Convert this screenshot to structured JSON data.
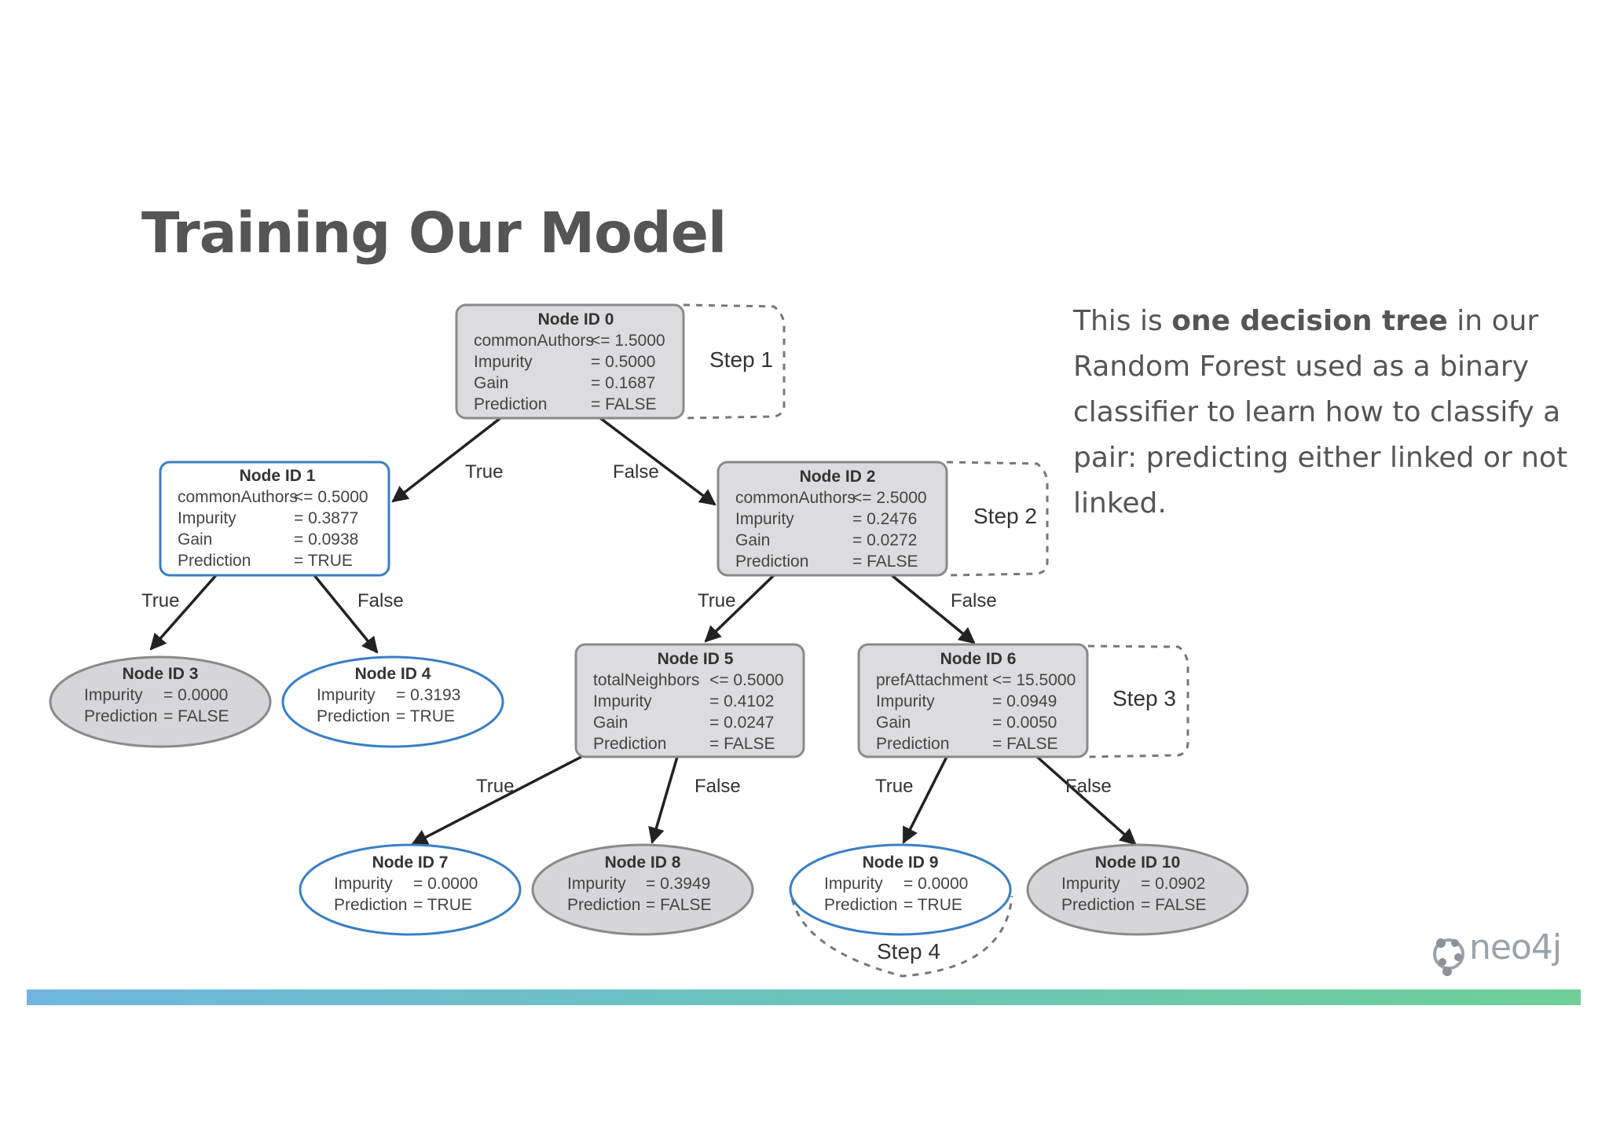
{
  "slide": {
    "title": "Training Our Model",
    "description": {
      "before": "This is ",
      "bold": "one decision tree",
      "after": " in our Random Forest used as a binary classifier to learn how to classify a pair: predicting either linked or not linked."
    },
    "logo_text": "neo4j"
  },
  "colors": {
    "title": "#555555",
    "node_gray": "#dcdcde",
    "node_blue_outline": "#3a7fc5",
    "bar_start": "#6fb7e0",
    "bar_end": "#6fcf98"
  },
  "tree": {
    "nodes": {
      "n0": {
        "title": "Node ID 0",
        "rows": [
          [
            "commonAuthors",
            "<= 1.5000"
          ],
          [
            "Impurity",
            "= 0.5000"
          ],
          [
            "Gain",
            "= 0.1687"
          ],
          [
            "Prediction",
            "= FALSE"
          ]
        ]
      },
      "n1": {
        "title": "Node ID 1",
        "rows": [
          [
            "commonAuthors",
            "<= 0.5000"
          ],
          [
            "Impurity",
            "= 0.3877"
          ],
          [
            "Gain",
            "= 0.0938"
          ],
          [
            "Prediction",
            "= TRUE"
          ]
        ]
      },
      "n2": {
        "title": "Node ID 2",
        "rows": [
          [
            "commonAuthors",
            "<= 2.5000"
          ],
          [
            "Impurity",
            "= 0.2476"
          ],
          [
            "Gain",
            "= 0.0272"
          ],
          [
            "Prediction",
            "= FALSE"
          ]
        ]
      },
      "n3": {
        "title": "Node ID 3",
        "rows": [
          [
            "Impurity",
            "= 0.0000"
          ],
          [
            "Prediction",
            "= FALSE"
          ]
        ]
      },
      "n4": {
        "title": "Node ID 4",
        "rows": [
          [
            "Impurity",
            "= 0.3193"
          ],
          [
            "Prediction",
            "= TRUE"
          ]
        ]
      },
      "n5": {
        "title": "Node ID 5",
        "rows": [
          [
            "totalNeighbors",
            "<= 0.5000"
          ],
          [
            "Impurity",
            "= 0.4102"
          ],
          [
            "Gain",
            "= 0.0247"
          ],
          [
            "Prediction",
            "= FALSE"
          ]
        ]
      },
      "n6": {
        "title": "Node ID 6",
        "rows": [
          [
            "prefAttachment",
            "<= 15.5000"
          ],
          [
            "Impurity",
            "= 0.0949"
          ],
          [
            "Gain",
            "= 0.0050"
          ],
          [
            "Prediction",
            "= FALSE"
          ]
        ]
      },
      "n7": {
        "title": "Node ID 7",
        "rows": [
          [
            "Impurity",
            "= 0.0000"
          ],
          [
            "Prediction",
            "= TRUE"
          ]
        ]
      },
      "n8": {
        "title": "Node ID 8",
        "rows": [
          [
            "Impurity",
            "= 0.3949"
          ],
          [
            "Prediction",
            "= FALSE"
          ]
        ]
      },
      "n9": {
        "title": "Node ID 9",
        "rows": [
          [
            "Impurity",
            "= 0.0000"
          ],
          [
            "Prediction",
            "= TRUE"
          ]
        ]
      },
      "n10": {
        "title": "Node ID 10",
        "rows": [
          [
            "Impurity",
            "= 0.0902"
          ],
          [
            "Prediction",
            "= FALSE"
          ]
        ]
      }
    },
    "edge_labels": {
      "true": "True",
      "false": "False"
    },
    "steps": [
      "Step 1",
      "Step 2",
      "Step 3",
      "Step 4"
    ]
  }
}
